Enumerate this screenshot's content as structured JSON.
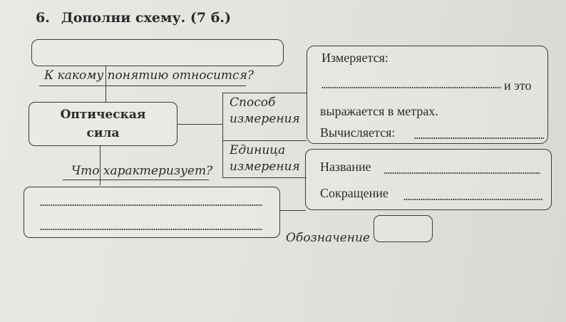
{
  "task": {
    "number": "6.",
    "title": "Дополни схему. (7 б.)"
  },
  "scheme": {
    "concept_question": "К какому понятию относится?",
    "central_line1": "Оптическая",
    "central_line2": "сила",
    "characterizes_question": "Что характеризует?",
    "method_line1": "Способ",
    "method_line2": "измерения",
    "unit_line1": "Единица",
    "unit_line2": "измерения",
    "measured_label": "Измеряется:",
    "and_this": "и это",
    "expressed_in": "выражается в метрах.",
    "calculated_label": "Вычисляется:",
    "name_label": "Название",
    "abbrev_label": "Сокращение",
    "designation_label": "Обозначение"
  }
}
